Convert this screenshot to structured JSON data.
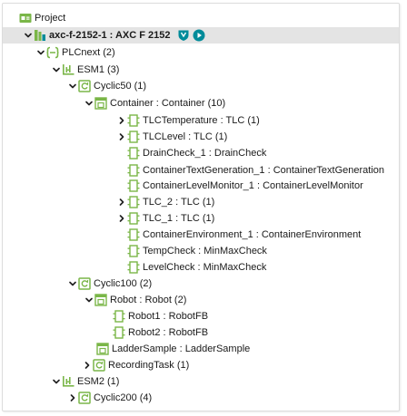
{
  "colors": {
    "green": "#7ab648",
    "teal": "#008b9a",
    "selection": "#e4e4e4",
    "twisty": "#222222"
  },
  "tree": {
    "project": "Project",
    "controller": "axc-f-2152-1 : AXC F 2152",
    "plcnext": "PLCnext (2)",
    "esm1": "ESM1 (3)",
    "cyclic50": "Cyclic50 (1)",
    "container": "Container : Container (10)",
    "tlc_temperature": "TLCTemperature : TLC (1)",
    "tlc_level": "TLCLevel : TLC (1)",
    "drain_check": "DrainCheck_1 : DrainCheck",
    "container_text_gen": "ContainerTextGeneration_1 : ContainerTextGeneration",
    "container_level_monitor": "ContainerLevelMonitor_1 : ContainerLevelMonitor",
    "tlc_2": "TLC_2 : TLC (1)",
    "tlc_1": "TLC_1 : TLC (1)",
    "container_environment": "ContainerEnvironment_1 : ContainerEnvironment",
    "temp_check": "TempCheck : MinMaxCheck",
    "level_check": "LevelCheck : MinMaxCheck",
    "cyclic100": "Cyclic100 (2)",
    "robot": "Robot : Robot (2)",
    "robot1": "Robot1 : RobotFB",
    "robot2": "Robot2 : RobotFB",
    "ladder_sample": "LadderSample : LadderSample",
    "recording_task": "RecordingTask (1)",
    "esm2": "ESM2 (1)",
    "cyclic200": "Cyclic200 (4)"
  }
}
